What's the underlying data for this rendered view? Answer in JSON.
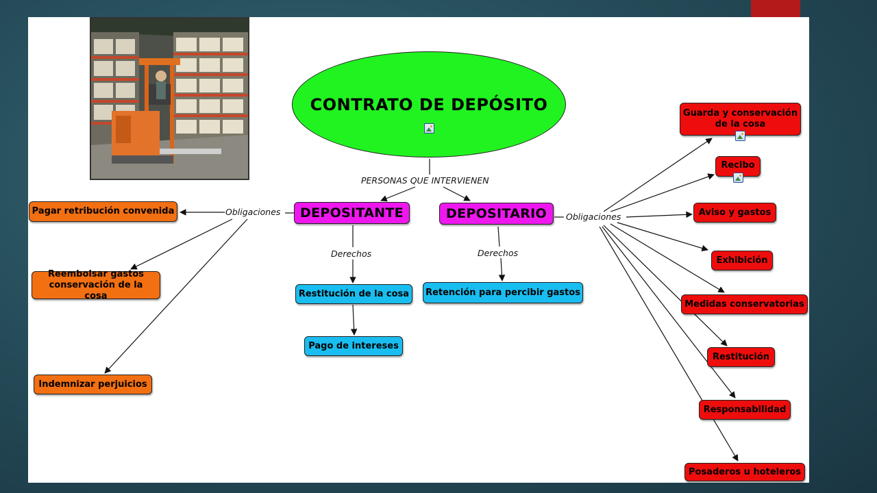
{
  "diagram": {
    "central": "CONTRATO DE DEPÓSITO",
    "link_persons": "PERSONAS QUE INTERVIENEN",
    "depositante": {
      "title": "DEPOSITANTE",
      "obligations_label": "Obligaciones",
      "rights_label": "Derechos",
      "obligations": [
        "Pagar retribución convenida",
        "Reembolsar gastos conservación de la cosa",
        "Indemnizar perjuicios"
      ],
      "rights": [
        "Restitución de la cosa",
        "Pago de intereses"
      ]
    },
    "depositario": {
      "title": "DEPOSITARIO",
      "obligations_label": "Obligaciones",
      "rights_label": "Derechos",
      "rights": [
        "Retención para percibir gastos"
      ],
      "obligations": [
        "Guarda y conservación de la cosa",
        "Recibo",
        "Aviso y gastos",
        "Exhibición",
        "Medidas conservatorias",
        "Restitución",
        "Responsabilidad",
        "Posaderos u hoteleros"
      ]
    }
  },
  "colors": {
    "central": "#21f321",
    "persons": "#ee18ee",
    "depositante_obligations": "#f26f12",
    "rights": "#19bdf0",
    "depositario_obligations": "#ee0d0d",
    "accent": "#b31b1b"
  },
  "icons": [
    "image-attachment-icon"
  ]
}
